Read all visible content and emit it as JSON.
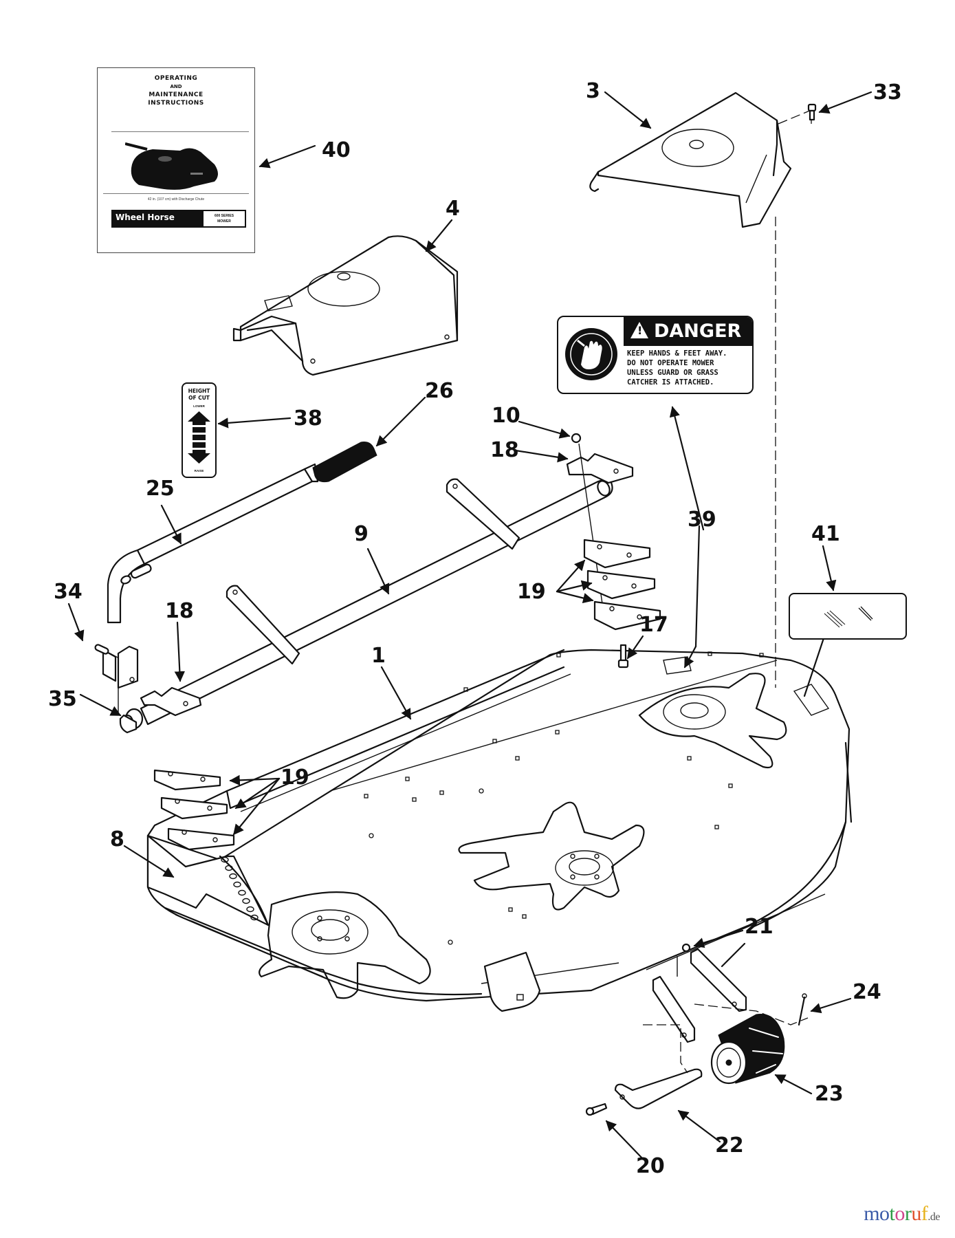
{
  "diagram": {
    "title": "Mower deck parts diagram",
    "callouts": [
      {
        "id": "40",
        "label": "40"
      },
      {
        "id": "3",
        "label": "3"
      },
      {
        "id": "33",
        "label": "33"
      },
      {
        "id": "4",
        "label": "4"
      },
      {
        "id": "38",
        "label": "38"
      },
      {
        "id": "26",
        "label": "26"
      },
      {
        "id": "10",
        "label": "10"
      },
      {
        "id": "18a",
        "label": "18"
      },
      {
        "id": "39",
        "label": "39"
      },
      {
        "id": "25",
        "label": "25"
      },
      {
        "id": "9",
        "label": "9"
      },
      {
        "id": "41",
        "label": "41"
      },
      {
        "id": "19a",
        "label": "19"
      },
      {
        "id": "34",
        "label": "34"
      },
      {
        "id": "18b",
        "label": "18"
      },
      {
        "id": "17",
        "label": "17"
      },
      {
        "id": "1",
        "label": "1"
      },
      {
        "id": "35",
        "label": "35"
      },
      {
        "id": "19b",
        "label": "19"
      },
      {
        "id": "8",
        "label": "8"
      },
      {
        "id": "21",
        "label": "21"
      },
      {
        "id": "24",
        "label": "24"
      },
      {
        "id": "23",
        "label": "23"
      },
      {
        "id": "22",
        "label": "22"
      },
      {
        "id": "20",
        "label": "20"
      }
    ]
  },
  "manual": {
    "line1": "OPERATING",
    "line2": "AND",
    "line3": "MAINTENANCE",
    "line4": "INSTRUCTIONS",
    "caption": "42 in. (107 cm) with Discharge Chute",
    "brand": "Wheel Horse",
    "series_line1": "600 SERIES",
    "series_line2": "MOWER"
  },
  "danger_decal": {
    "header": "DANGER",
    "lines": [
      "KEEP HANDS & FEET AWAY.",
      "DO NOT OPERATE MOWER",
      "UNLESS GUARD OR GRASS",
      "CATCHER  IS  ATTACHED."
    ]
  },
  "height_of_cut_decal": {
    "title_line1": "HEIGHT",
    "title_line2": "OF CUT",
    "top_label": "LOWER",
    "bottom_label": "RAISE"
  },
  "watermark": {
    "letters": [
      {
        "ch": "m",
        "color": "#3b5ba8"
      },
      {
        "ch": "o",
        "color": "#3b5ba8"
      },
      {
        "ch": "t",
        "color": "#2e9a46"
      },
      {
        "ch": "o",
        "color": "#d0468c"
      },
      {
        "ch": "r",
        "color": "#2e9a46"
      },
      {
        "ch": "u",
        "color": "#e0522a"
      },
      {
        "ch": "f",
        "color": "#e7b21c"
      }
    ],
    "tld": ".de"
  }
}
